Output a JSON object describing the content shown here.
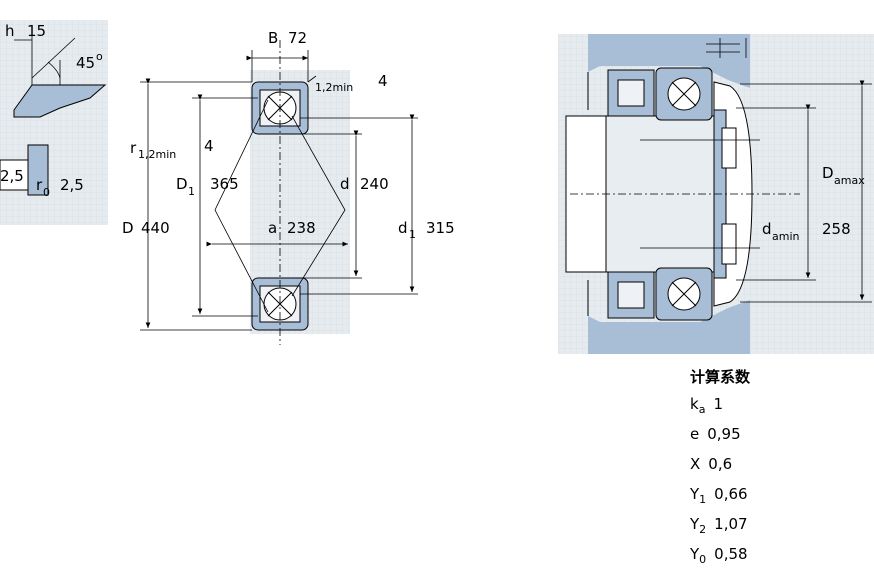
{
  "detail_left": {
    "h_label": "h",
    "h_value": "15",
    "angle_value": "45",
    "angle_unit": "o",
    "partial_value": "2,5",
    "r0_symbol": "r",
    "r0_sub": "0",
    "r0_value": "2,5"
  },
  "bearing": {
    "B_label": "B",
    "B_value": "72",
    "r12_top_sub": "1,2min",
    "r12_top_value": "4",
    "r12_left_symbol": "r",
    "r12_left_sub": "1,2min",
    "r12_left_value": "4",
    "D1_symbol": "D",
    "D1_sub": "1",
    "D1_value": "365",
    "d_label": "d",
    "d_value": "240",
    "D_label": "D",
    "D_value": "440",
    "a_label": "a",
    "a_value": "238",
    "d1_symbol": "d",
    "d1_sub": "1",
    "d1_value": "315"
  },
  "mounting": {
    "Damax_symbol": "D",
    "Damax_sub": "amax",
    "damin_symbol": "d",
    "damin_sub": "amin",
    "damin_value": "258"
  },
  "factors": {
    "title": "计算系数",
    "rows": [
      {
        "sym": "k",
        "sub": "a",
        "value": "1"
      },
      {
        "sym": "e",
        "sub": "",
        "value": "0,95"
      },
      {
        "sym": "X",
        "sub": "",
        "value": "0,6"
      },
      {
        "sym": "Y",
        "sub": "1",
        "value": "0,66"
      },
      {
        "sym": "Y",
        "sub": "2",
        "value": "1,07"
      },
      {
        "sym": "Y",
        "sub": "0",
        "value": "0,58"
      }
    ]
  },
  "colors": {
    "steel": "#a8bed6",
    "background_grid": "#dfe5ea"
  }
}
